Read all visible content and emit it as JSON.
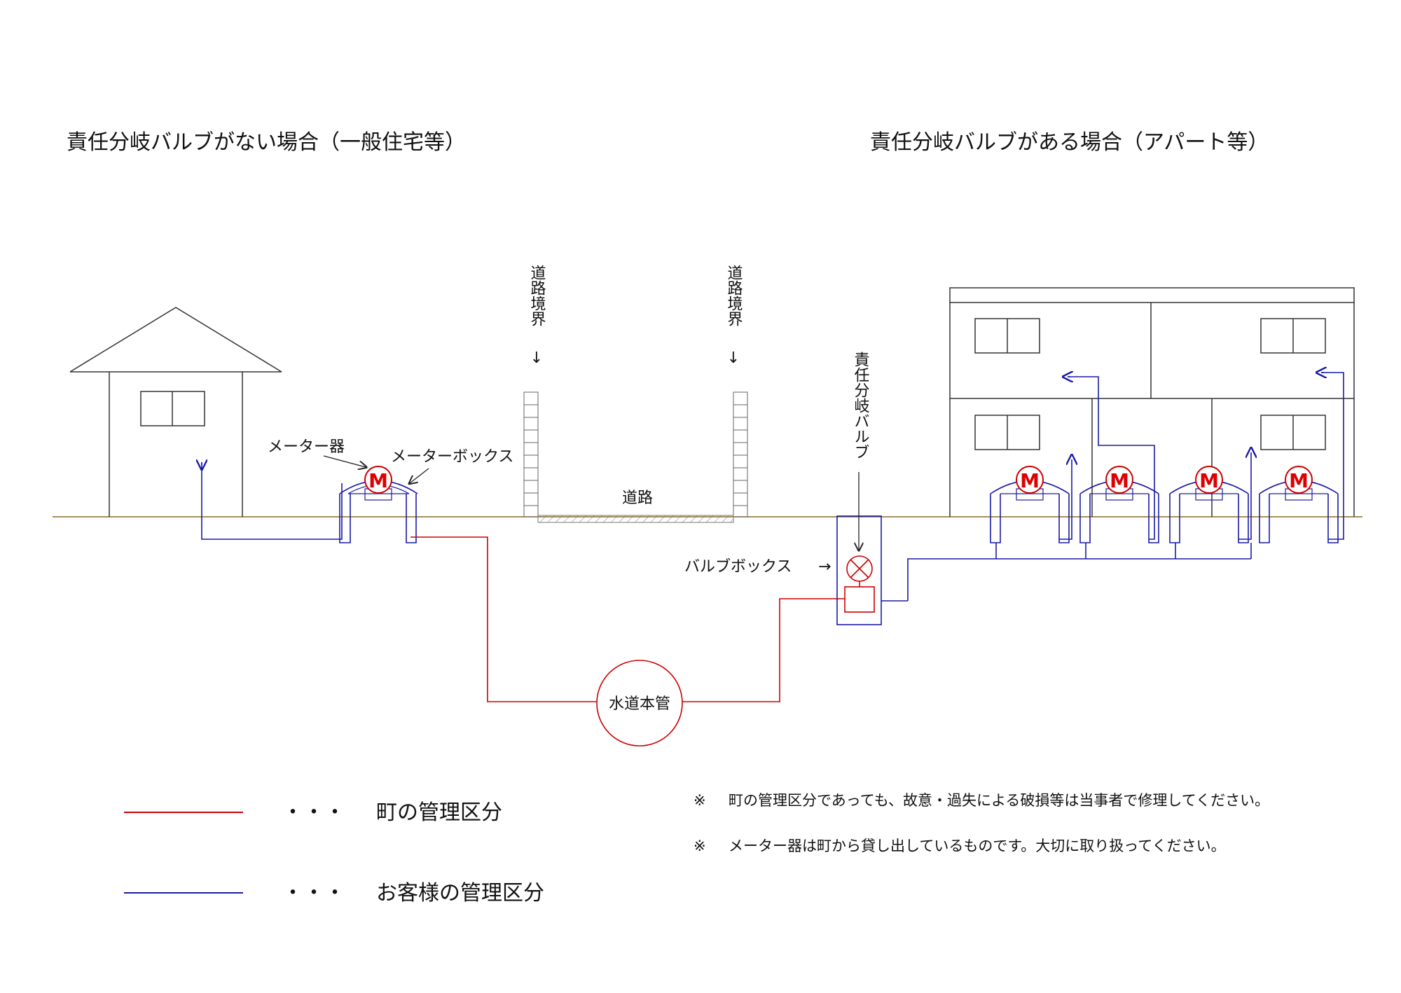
{
  "headings": {
    "left": "責任分岐バルブがない場合（一般住宅等）",
    "right": "責任分岐バルブがある場合（アパート等）"
  },
  "labels": {
    "road_boundary": "道路境界",
    "arrow_down": "↓",
    "road": "道路",
    "meter": "メーター器",
    "meter_box": "メーターボックス",
    "branch_valve": "責任分岐バルブ",
    "valve_box": "バルブボックス",
    "arrow_right": "→",
    "main_pipe": "水道本管",
    "meter_letter": "M"
  },
  "legend": {
    "dots": "・・・",
    "town": "町の管理区分",
    "customer": "お客様の管理区分"
  },
  "notes": [
    {
      "mark": "※",
      "text": "町の管理区分であっても、故意・過失による破損等は当事者で修理してください。"
    },
    {
      "mark": "※",
      "text": "メーター器は町から貸し出しているものです。大切に取り扱ってください。"
    }
  ],
  "colors": {
    "town_line": "#cc0000",
    "customer_line": "#1a1aa6",
    "ground": "#8a6a2a",
    "outline": "#333333",
    "meter_fill": "#dd0000"
  }
}
